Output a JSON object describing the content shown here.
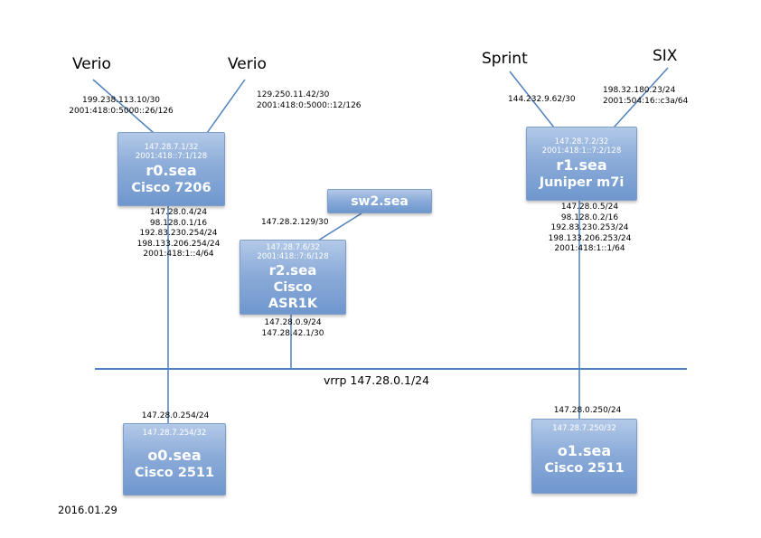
{
  "colors": {
    "box_gradient_top": "#b3c9e8",
    "box_gradient_bottom": "#6f97ce",
    "box_border": "#7f9fc6",
    "line": "#4f81bd",
    "box_text": "#ffffff",
    "text": "#000000"
  },
  "providers": {
    "verio1": {
      "label": "Verio",
      "ips": [
        "199.238.113.10/30",
        "2001:418:0:5000::26/126"
      ]
    },
    "verio2": {
      "label": "Verio",
      "ips": [
        "129.250.11.42/30",
        "2001:418:0:5000::12/126"
      ]
    },
    "sprint": {
      "label": "Sprint",
      "ips": [
        "144.232.9.62/30"
      ]
    },
    "six": {
      "label": "SIX",
      "ips": [
        "198.32.180.23/24",
        "2001:504:16::c3a/64"
      ]
    }
  },
  "nodes": {
    "r0": {
      "loopbacks": [
        "147.28.7.1/32",
        "2001:418::7:1/128"
      ],
      "name": "r0.sea",
      "model": "Cisco 7206",
      "interfaces": [
        "147.28.0.4/24",
        "98.128.0.1/16",
        "192.83.230.254/24",
        "198.133.206.254/24",
        "2001:418:1::4/64"
      ]
    },
    "r1": {
      "loopbacks": [
        "147.28.7.2/32",
        "2001:418:1::7:2/128"
      ],
      "name": "r1.sea",
      "model": "Juniper m7i",
      "interfaces": [
        "147.28.0.5/24",
        "98.128.0.2/16",
        "192.83.230.253/24",
        "198.133.206.253/24",
        "2001:418:1::1/64"
      ]
    },
    "sw2": {
      "name": "sw2.sea",
      "link_ip": "147.28.2.129/30"
    },
    "r2": {
      "loopbacks": [
        "147.28.7.6/32",
        "2001:418::7:6/128"
      ],
      "name": "r2.sea",
      "model_line1": "Cisco",
      "model_line2": "ASR1K",
      "interfaces": [
        "147.28.0.9/24",
        "147.28.42.1/30"
      ]
    },
    "o0": {
      "loopback": "147.28.7.254/32",
      "name": "o0.sea",
      "model": "Cisco 2511",
      "lan_ip": "147.28.0.254/24"
    },
    "o1": {
      "loopback": "147.28.7.250/32",
      "name": "o1.sea",
      "model": "Cisco 2511",
      "lan_ip": "147.28.0.250/24"
    }
  },
  "bus": {
    "label": "vrrp 147.28.0.1/24"
  },
  "footer": {
    "date": "2016.01.29"
  }
}
